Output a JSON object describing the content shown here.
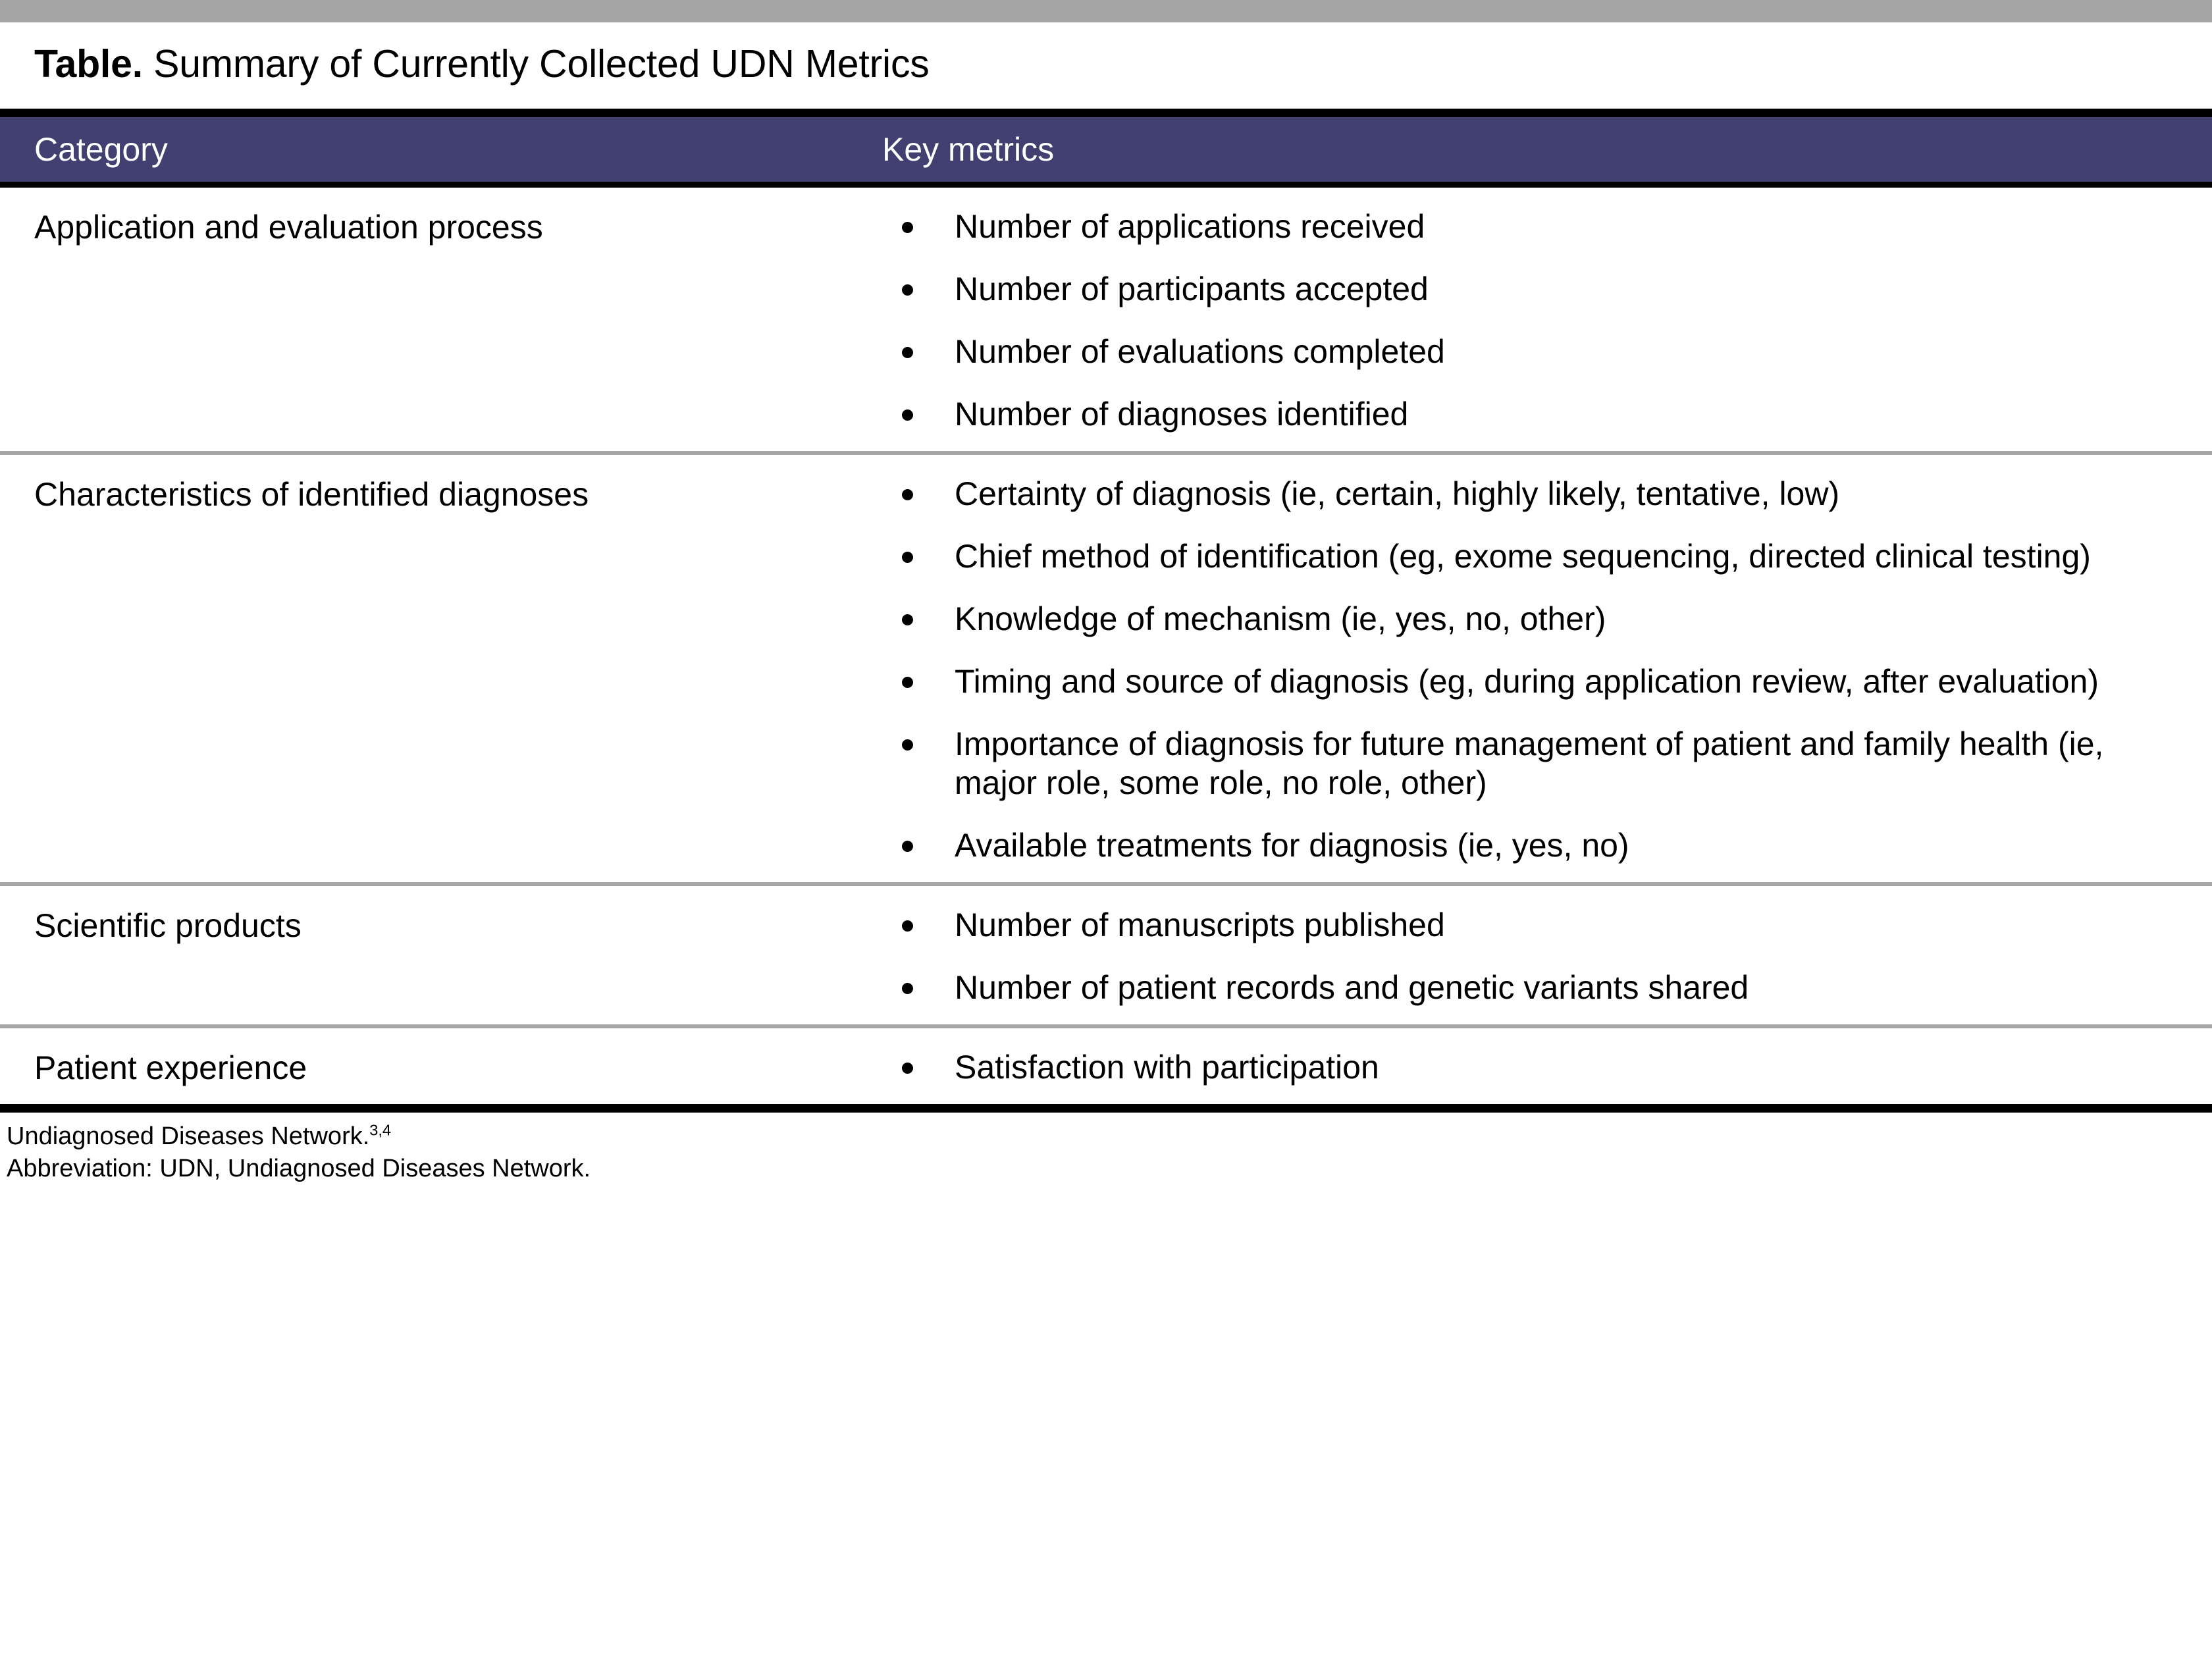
{
  "title": {
    "label": "Table.",
    "rest": " Summary of Currently Collected UDN Metrics"
  },
  "colors": {
    "header_band": "#414071",
    "top_band": "#a6a6a6",
    "row_divider": "#a6a6a6",
    "rule": "#000000"
  },
  "table": {
    "columns": [
      "Category",
      "Key metrics"
    ],
    "rows": [
      {
        "category": "Application and evaluation process",
        "metrics": [
          "Number of applications received",
          "Number of participants accepted",
          "Number of evaluations completed",
          "Number of diagnoses identified"
        ]
      },
      {
        "category": "Characteristics of identified diagnoses",
        "metrics": [
          "Certainty of diagnosis (ie, certain, highly likely, tentative, low)",
          "Chief method of identification (eg, exome sequencing, directed clinical testing)",
          "Knowledge of mechanism (ie, yes, no, other)",
          "Timing and source of diagnosis (eg, during application review, after evaluation)",
          "Importance of diagnosis for future management of patient and family health (ie, major role, some role, no role, other)",
          "Available treatments for diagnosis (ie, yes, no)"
        ]
      },
      {
        "category": "Scientific products",
        "metrics": [
          "Number of manuscripts published",
          "Number of patient records and genetic variants shared"
        ]
      },
      {
        "category": "Patient experience",
        "metrics": [
          "Satisfaction with participation"
        ]
      }
    ]
  },
  "footnotes": {
    "source_text": "Undiagnosed Diseases Network.",
    "source_refs": "3,4",
    "abbreviation": "Abbreviation: UDN, Undiagnosed Diseases Network."
  }
}
